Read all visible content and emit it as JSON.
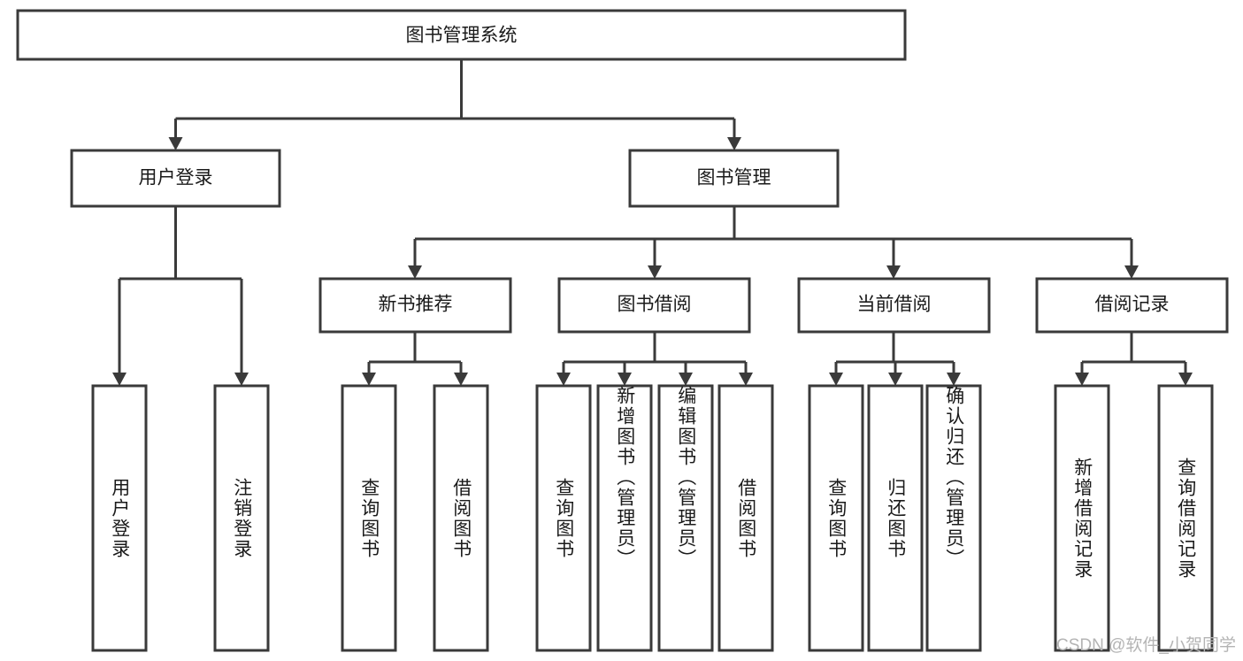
{
  "diagram": {
    "title": "图书管理系统",
    "type": "tree-hierarchy-diagram",
    "colors": {
      "box_stroke": "#3a3a3a",
      "box_fill": "#ffffff",
      "text": "#1a1a1a",
      "background": "#ffffff",
      "watermark": "#b4b4b4"
    },
    "root": {
      "label": "图书管理系统"
    },
    "level2": [
      {
        "label": "用户登录"
      },
      {
        "label": "图书管理"
      }
    ],
    "level3": [
      {
        "label": "新书推荐"
      },
      {
        "label": "图书借阅"
      },
      {
        "label": "当前借阅"
      },
      {
        "label": "借阅记录"
      }
    ],
    "leaves": {
      "user_login": [
        {
          "label": "用户登录"
        },
        {
          "label": "注销登录"
        }
      ],
      "new_book_recommend": [
        {
          "label": "查询图书"
        },
        {
          "label": "借阅图书"
        }
      ],
      "book_borrow": [
        {
          "label": "查询图书"
        },
        {
          "label": "新增图书（管理员）"
        },
        {
          "label": "编辑图书（管理员）"
        },
        {
          "label": "借阅图书"
        }
      ],
      "current_borrow": [
        {
          "label": "查询图书"
        },
        {
          "label": "归还图书"
        },
        {
          "label": "确认归还（管理员）"
        }
      ],
      "borrow_record": [
        {
          "label": "新增借阅记录"
        },
        {
          "label": "查询借阅记录"
        }
      ]
    }
  },
  "watermark": {
    "text": "CSDN @软件_小贺同学"
  }
}
